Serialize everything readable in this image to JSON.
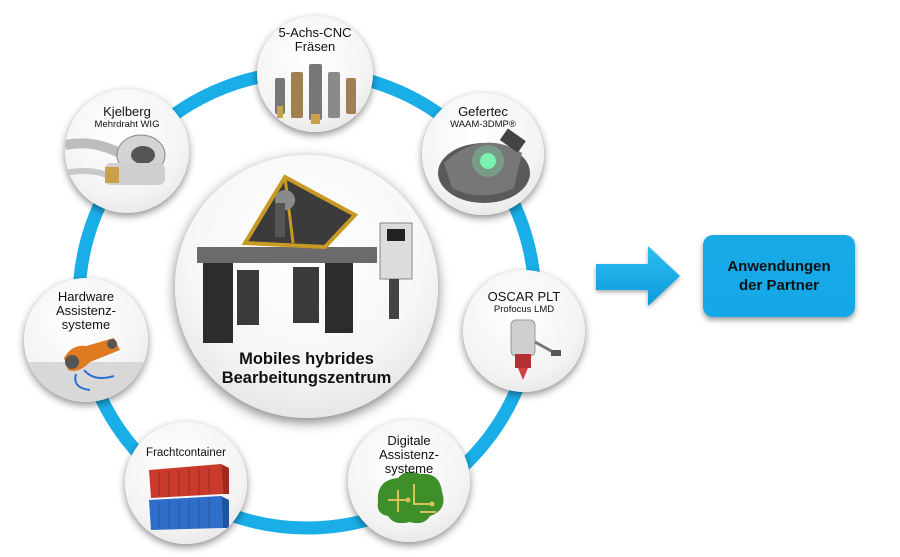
{
  "colors": {
    "ring": "#1aaee8",
    "arrow": "#19aae6",
    "box": "#14a8e8"
  },
  "center": {
    "line1": "Mobiles hybrides",
    "line2": "Bearbeitungszentrum"
  },
  "nodes": [
    {
      "id": "cnc",
      "title": "5-Achs-CNC",
      "title2": "Fräsen",
      "subtitle": "",
      "icon": "milling-tools-icon"
    },
    {
      "id": "gefertec",
      "title": "Gefertec",
      "title2": "",
      "subtitle": "WAAM-3DMP®",
      "icon": "welding-part-icon"
    },
    {
      "id": "oscar",
      "title": "OSCAR PLT",
      "title2": "",
      "subtitle": "Profocus LMD",
      "icon": "laser-head-icon"
    },
    {
      "id": "digital",
      "title": "Digitale",
      "title2": "Assistenz-",
      "title3": "systeme",
      "subtitle": "",
      "icon": "brain-circuit-icon"
    },
    {
      "id": "container",
      "title": "Frachtcontainer",
      "title2": "",
      "subtitle": "",
      "icon": "container-icon"
    },
    {
      "id": "hardware",
      "title": "Hardware",
      "title2": "Assistenz-",
      "title3": "systeme",
      "subtitle": "",
      "icon": "robot-arm-icon"
    },
    {
      "id": "kjelberg",
      "title": "Kjelberg",
      "title2": "",
      "subtitle": "Mehrdraht WIG",
      "icon": "wig-torch-icon"
    }
  ],
  "partner": {
    "line1": "Anwendungen",
    "line2": "der Partner"
  }
}
